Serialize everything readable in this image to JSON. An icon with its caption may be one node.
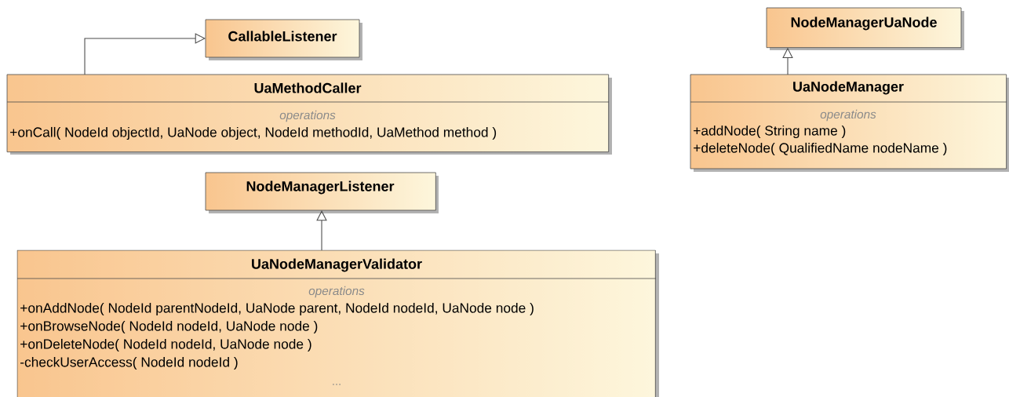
{
  "diagram": {
    "nodes": [
      {
        "text": [
          "CallableListener"
        ]
      },
      {
        "text": [
          "UaMethodCaller",
          "operations",
          "+onCall( NodeId objectId, UaNode object, NodeId methodId, UaMethod method )"
        ]
      },
      {
        "text": [
          "NodeManagerListener"
        ]
      },
      {
        "text": [
          "UaNodeManagerValidator",
          "operations",
          "+onAddNode( NodeId parentNodeId, UaNode parent, NodeId nodeId, UaNode node )",
          "+onBrowseNode( NodeId nodeId, UaNode node )",
          "+onDeleteNode( NodeId nodeId, UaNode node )",
          "-checkUserAccess( NodeId nodeId )",
          "..."
        ]
      },
      {
        "text": [
          "NodeManagerUaNode"
        ]
      },
      {
        "text": [
          "UaNodeManager",
          "operations",
          "+addNode( String name )",
          "+deleteNode( QualifiedName nodeName )"
        ]
      }
    ],
    "edges": [
      {
        "from": 1,
        "to": 0,
        "arrow": "to"
      },
      {
        "from": 3,
        "to": 2,
        "arrow": "to"
      },
      {
        "from": 5,
        "to": 4,
        "arrow": "to"
      }
    ]
  }
}
